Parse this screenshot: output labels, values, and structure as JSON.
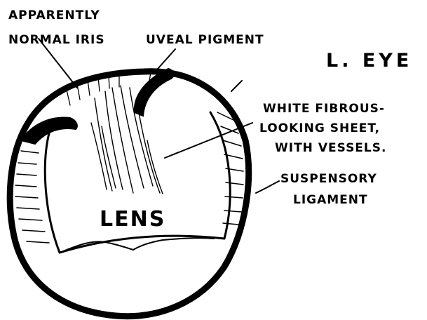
{
  "title": "L. EYE",
  "labels": {
    "apparently_normal_iris": [
      "APPARENTLY",
      "NORMAL IRIS"
    ],
    "uveal_pigment": "UVEAL PIGMENT",
    "white_fibrous_sheet": [
      "WHITE FIBROUS-",
      "LOOKING SHEET,",
      "WITH VESSELS."
    ],
    "suspensory_ligament": [
      "SUSPENSORY",
      "LIGAMENT"
    ],
    "lens": "LENS"
  }
}
